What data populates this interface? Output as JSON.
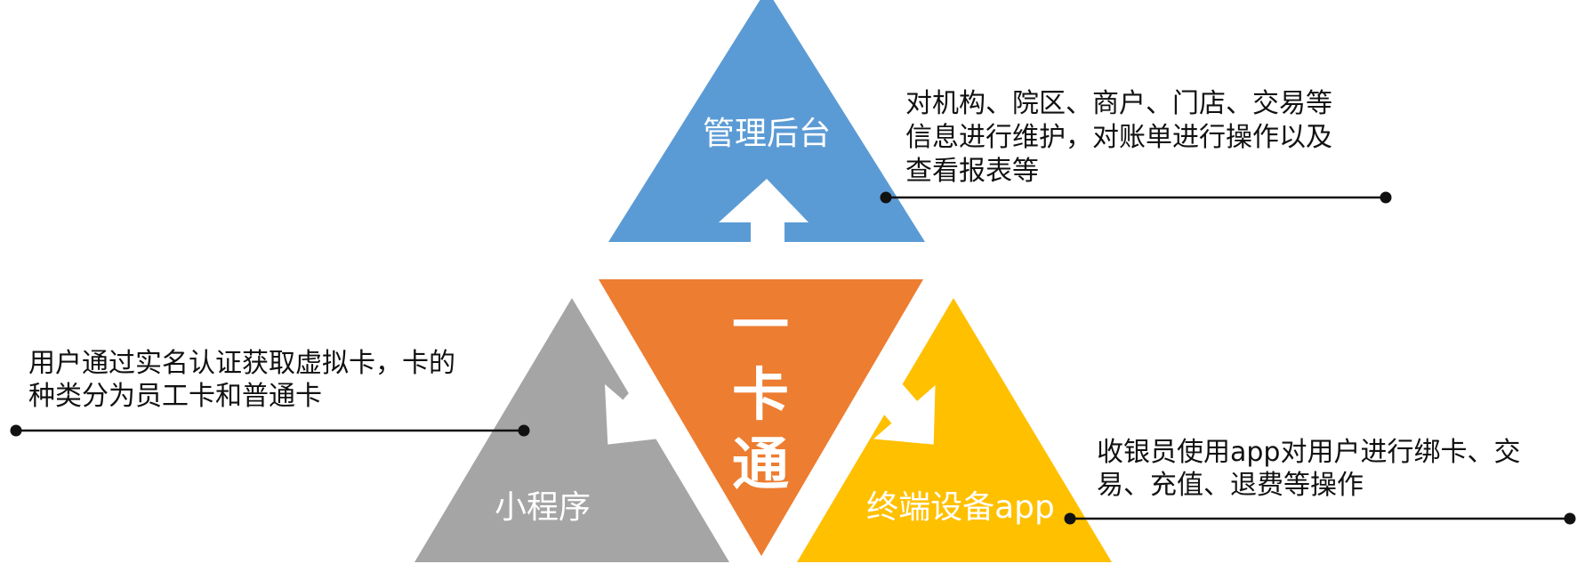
{
  "center": {
    "chars": [
      "一",
      "卡",
      "通"
    ],
    "color": "#ED7D31"
  },
  "nodes": {
    "top": {
      "label": "管理后台",
      "color": "#5B9BD5",
      "description": [
        "对机构、院区、商户、门店、交易等",
        "信息进行维护，对账单进行操作以及",
        "查看报表等"
      ]
    },
    "left": {
      "label": "小程序",
      "color": "#A5A5A5",
      "description": [
        "用户通过实名认证获取虚拟卡，卡的",
        "种类分为员工卡和普通卡"
      ]
    },
    "right": {
      "label": "终端设备app",
      "color": "#FFC000",
      "description": [
        "收银员使用app对用户进行绑卡、交",
        "易、充值、退费等操作"
      ]
    }
  },
  "arrows": {
    "color": "#ffffff",
    "icons": [
      "arrow-up-icon",
      "arrow-down-left-icon",
      "arrow-down-right-icon"
    ]
  }
}
